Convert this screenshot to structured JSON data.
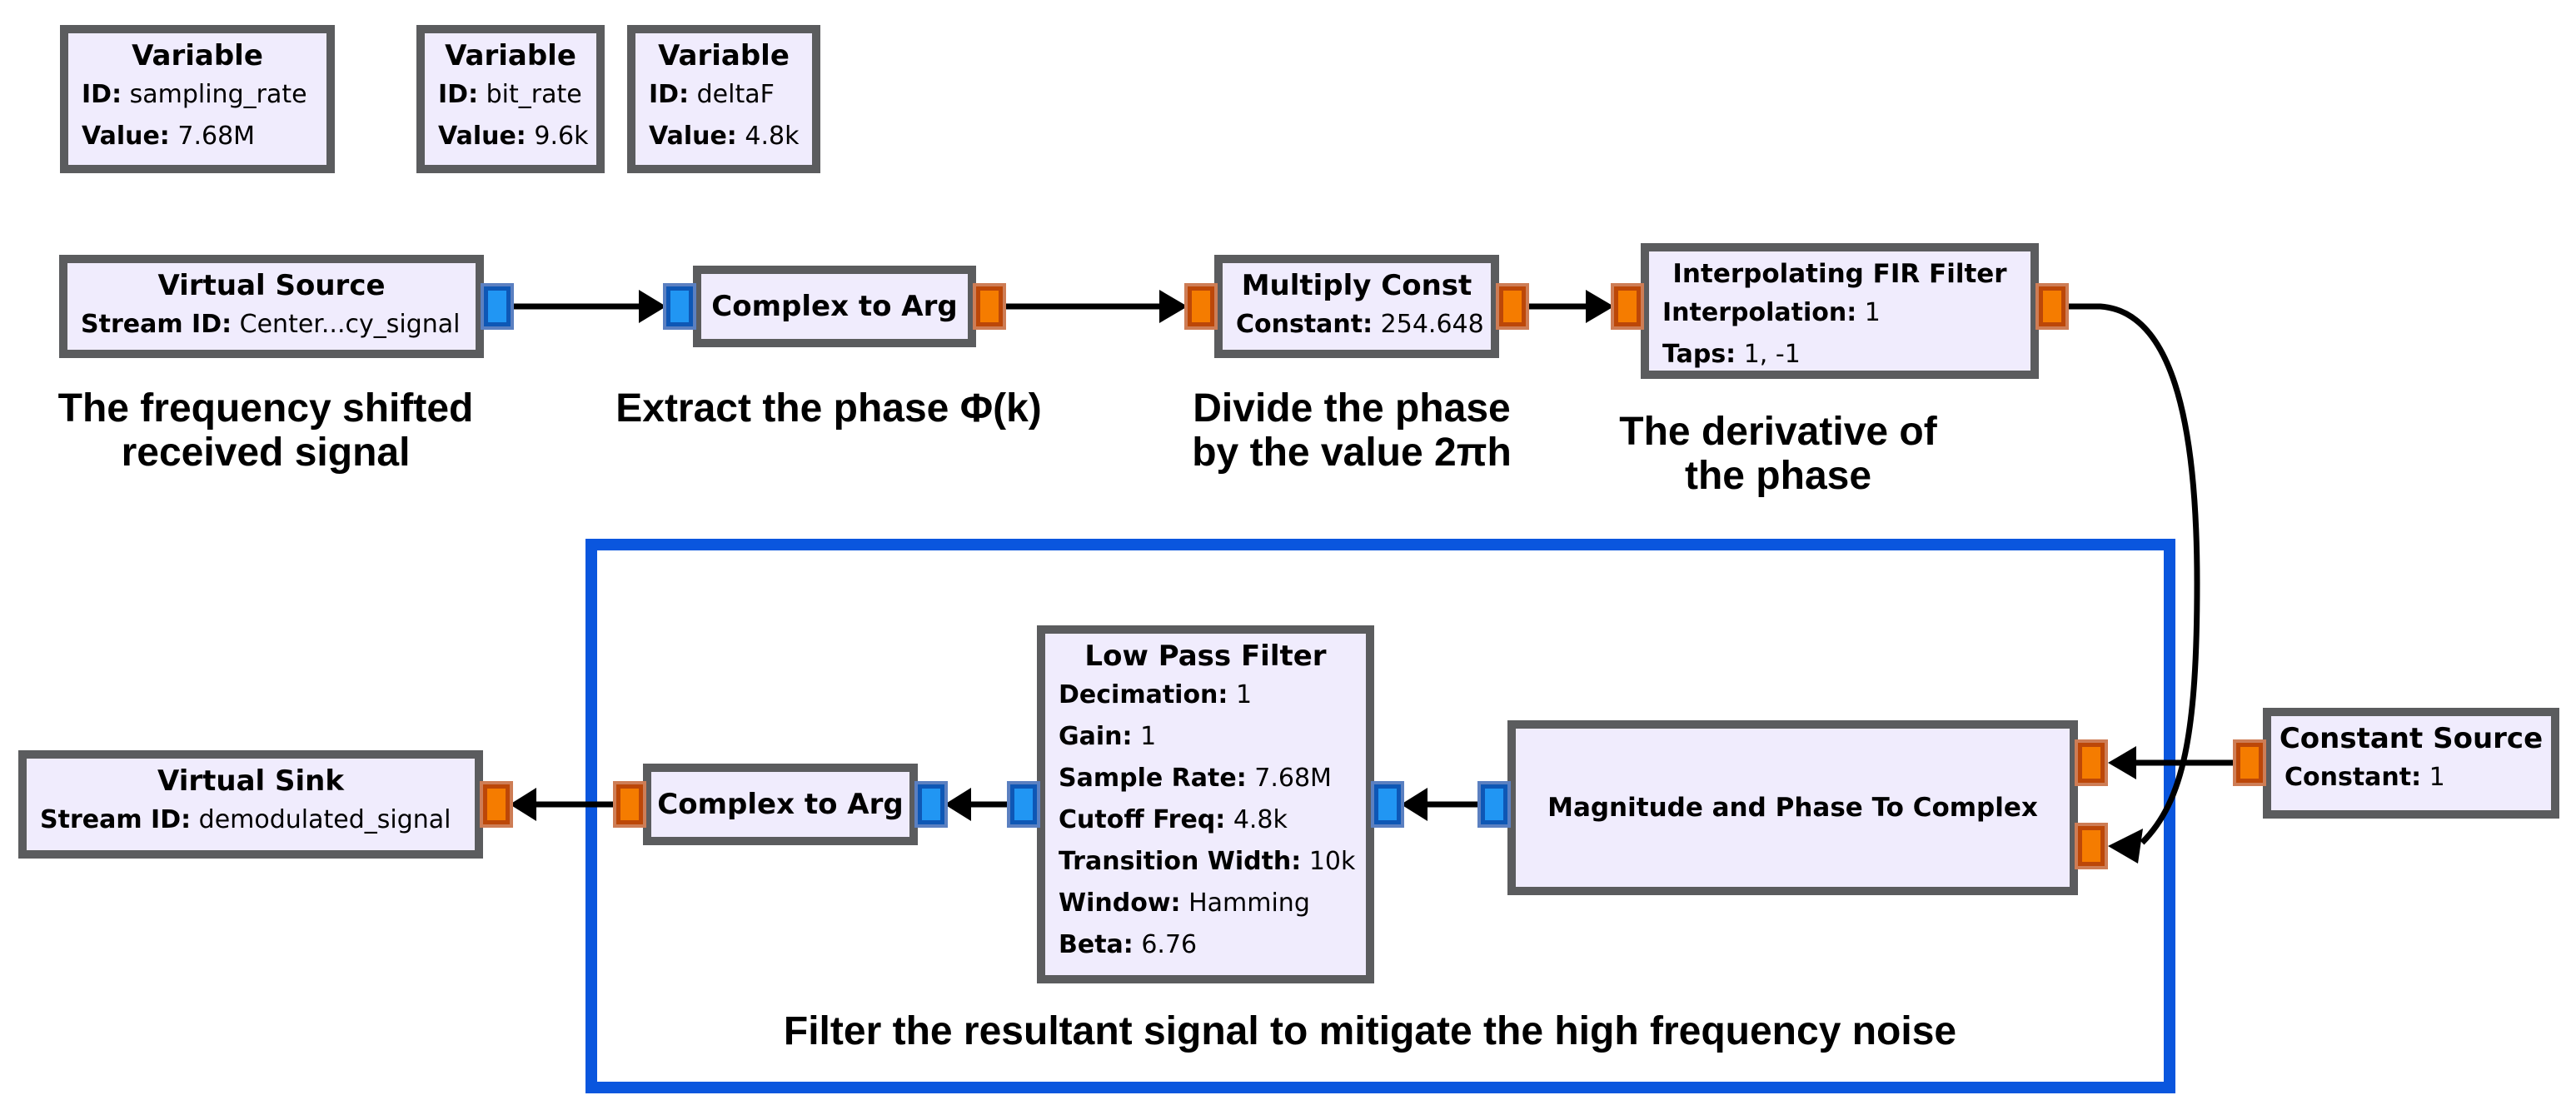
{
  "app": "GNU Radio Companion flowgraph canvas",
  "colors": {
    "background": "#FFFFFF",
    "block_fill": "#F0ECFD",
    "block_border": "#5B5C5E",
    "port_complex": "#2196F3",
    "port_float": "#F57C00",
    "wire": "#000000",
    "annotation_border": "#0A56DE",
    "text": "#000000"
  },
  "blocks": {
    "variable_sampling_rate": {
      "title": "Variable",
      "params": [
        {
          "label": "ID:",
          "value": "sampling_rate"
        },
        {
          "label": "Value:",
          "value": "7.68M"
        }
      ]
    },
    "variable_bit_rate": {
      "title": "Variable",
      "params": [
        {
          "label": "ID:",
          "value": "bit_rate"
        },
        {
          "label": "Value:",
          "value": "9.6k"
        }
      ]
    },
    "variable_deltaF": {
      "title": "Variable",
      "params": [
        {
          "label": "ID:",
          "value": "deltaF"
        },
        {
          "label": "Value:",
          "value": "4.8k"
        }
      ]
    },
    "virtual_source": {
      "title": "Virtual Source",
      "params": [
        {
          "label": "Stream ID:",
          "value": "Center...cy_signal"
        }
      ],
      "ports": {
        "out": "complex"
      }
    },
    "complex_to_arg_1": {
      "title": "Complex to Arg",
      "ports": {
        "in": "complex",
        "out": "float"
      }
    },
    "multiply_const": {
      "title": "Multiply Const",
      "params": [
        {
          "label": "Constant:",
          "value": "254.648"
        }
      ],
      "ports": {
        "in": "float",
        "out": "float"
      }
    },
    "interpolating_fir_filter": {
      "title": "Interpolating FIR Filter",
      "params": [
        {
          "label": "Interpolation:",
          "value": "1"
        },
        {
          "label": "Taps:",
          "value": "1, -1"
        }
      ],
      "ports": {
        "in": "float",
        "out": "float"
      }
    },
    "constant_source": {
      "title": "Constant Source",
      "params": [
        {
          "label": "Constant:",
          "value": "1"
        }
      ],
      "ports": {
        "out": "float"
      }
    },
    "magnitude_and_phase_to_complex": {
      "title": "Magnitude and Phase To Complex",
      "ports": {
        "in1": "float",
        "in2": "float",
        "out": "complex"
      }
    },
    "low_pass_filter": {
      "title": "Low Pass Filter",
      "params": [
        {
          "label": "Decimation:",
          "value": "1"
        },
        {
          "label": "Gain:",
          "value": "1"
        },
        {
          "label": "Sample Rate:",
          "value": "7.68M"
        },
        {
          "label": "Cutoff Freq:",
          "value": "4.8k"
        },
        {
          "label": "Transition Width:",
          "value": "10k"
        },
        {
          "label": "Window:",
          "value": "Hamming"
        },
        {
          "label": "Beta:",
          "value": "6.76"
        }
      ],
      "ports": {
        "in": "complex",
        "out": "complex"
      }
    },
    "complex_to_arg_2": {
      "title": "Complex to Arg",
      "ports": {
        "in": "complex",
        "out": "float"
      }
    },
    "virtual_sink": {
      "title": "Virtual Sink",
      "params": [
        {
          "label": "Stream ID:",
          "value": "demodulated_signal"
        }
      ],
      "ports": {
        "in": "float"
      }
    }
  },
  "captions": {
    "frequency_shifted": {
      "lines": [
        "The frequency shifted",
        "received signal"
      ]
    },
    "extract_phase": {
      "lines": [
        "Extract the phase Φ(k)"
      ]
    },
    "divide_phase": {
      "lines": [
        "Divide the phase",
        "by the value 2πh"
      ]
    },
    "derivative": {
      "lines": [
        "The derivative of",
        "the phase"
      ]
    },
    "filter_noise": {
      "lines": [
        "Filter the resultant signal to mitigate the high frequency noise"
      ]
    }
  },
  "connections": [
    {
      "from": "virtual_source.out",
      "to": "complex_to_arg_1.in"
    },
    {
      "from": "complex_to_arg_1.out",
      "to": "multiply_const.in"
    },
    {
      "from": "multiply_const.out",
      "to": "interpolating_fir_filter.in"
    },
    {
      "from": "interpolating_fir_filter.out",
      "to": "magnitude_and_phase_to_complex.in2"
    },
    {
      "from": "constant_source.out",
      "to": "magnitude_and_phase_to_complex.in1"
    },
    {
      "from": "magnitude_and_phase_to_complex.out",
      "to": "low_pass_filter.in"
    },
    {
      "from": "low_pass_filter.out",
      "to": "complex_to_arg_2.in"
    },
    {
      "from": "complex_to_arg_2.out",
      "to": "virtual_sink.in"
    }
  ]
}
